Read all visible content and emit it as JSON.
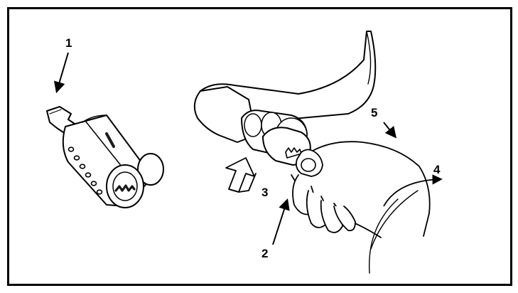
{
  "callouts": {
    "c1": "1",
    "c2": "2",
    "c3": "3",
    "c4": "4",
    "c5": "5"
  },
  "colors": {
    "line": "#000000",
    "fill": "#ffffff",
    "shade": "#1a1a1a"
  }
}
